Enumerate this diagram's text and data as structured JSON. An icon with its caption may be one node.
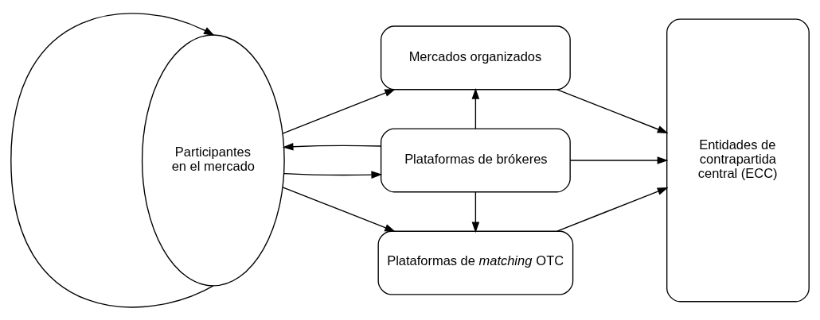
{
  "diagram": {
    "nodes": [
      {
        "text": [
          "Participantes en el mercado"
        ]
      },
      {
        "text": [
          "Mercados organizados"
        ]
      },
      {
        "text": [
          "Plataformas de brókeres"
        ]
      },
      {
        "text": [
          "Plataformas de *matching* OTC"
        ]
      },
      {
        "text": [
          "Entidades de contrapartida central (ECC)"
        ]
      }
    ],
    "edges": [
      {
        "from": 0,
        "to": 0,
        "arrow": "to"
      },
      {
        "from": 0,
        "to": 1,
        "arrow": "to"
      },
      {
        "from": 1,
        "to": 4,
        "arrow": "to"
      },
      {
        "from": 2,
        "to": 1,
        "arrow": "to"
      },
      {
        "from": 2,
        "to": 0,
        "arrow": "to"
      },
      {
        "from": 0,
        "to": 2,
        "arrow": "to"
      },
      {
        "from": 2,
        "to": 4,
        "arrow": "to"
      },
      {
        "from": 2,
        "to": 3,
        "arrow": "to"
      },
      {
        "from": 0,
        "to": 3,
        "arrow": "to"
      },
      {
        "from": 3,
        "to": 4,
        "arrow": "to"
      }
    ]
  }
}
